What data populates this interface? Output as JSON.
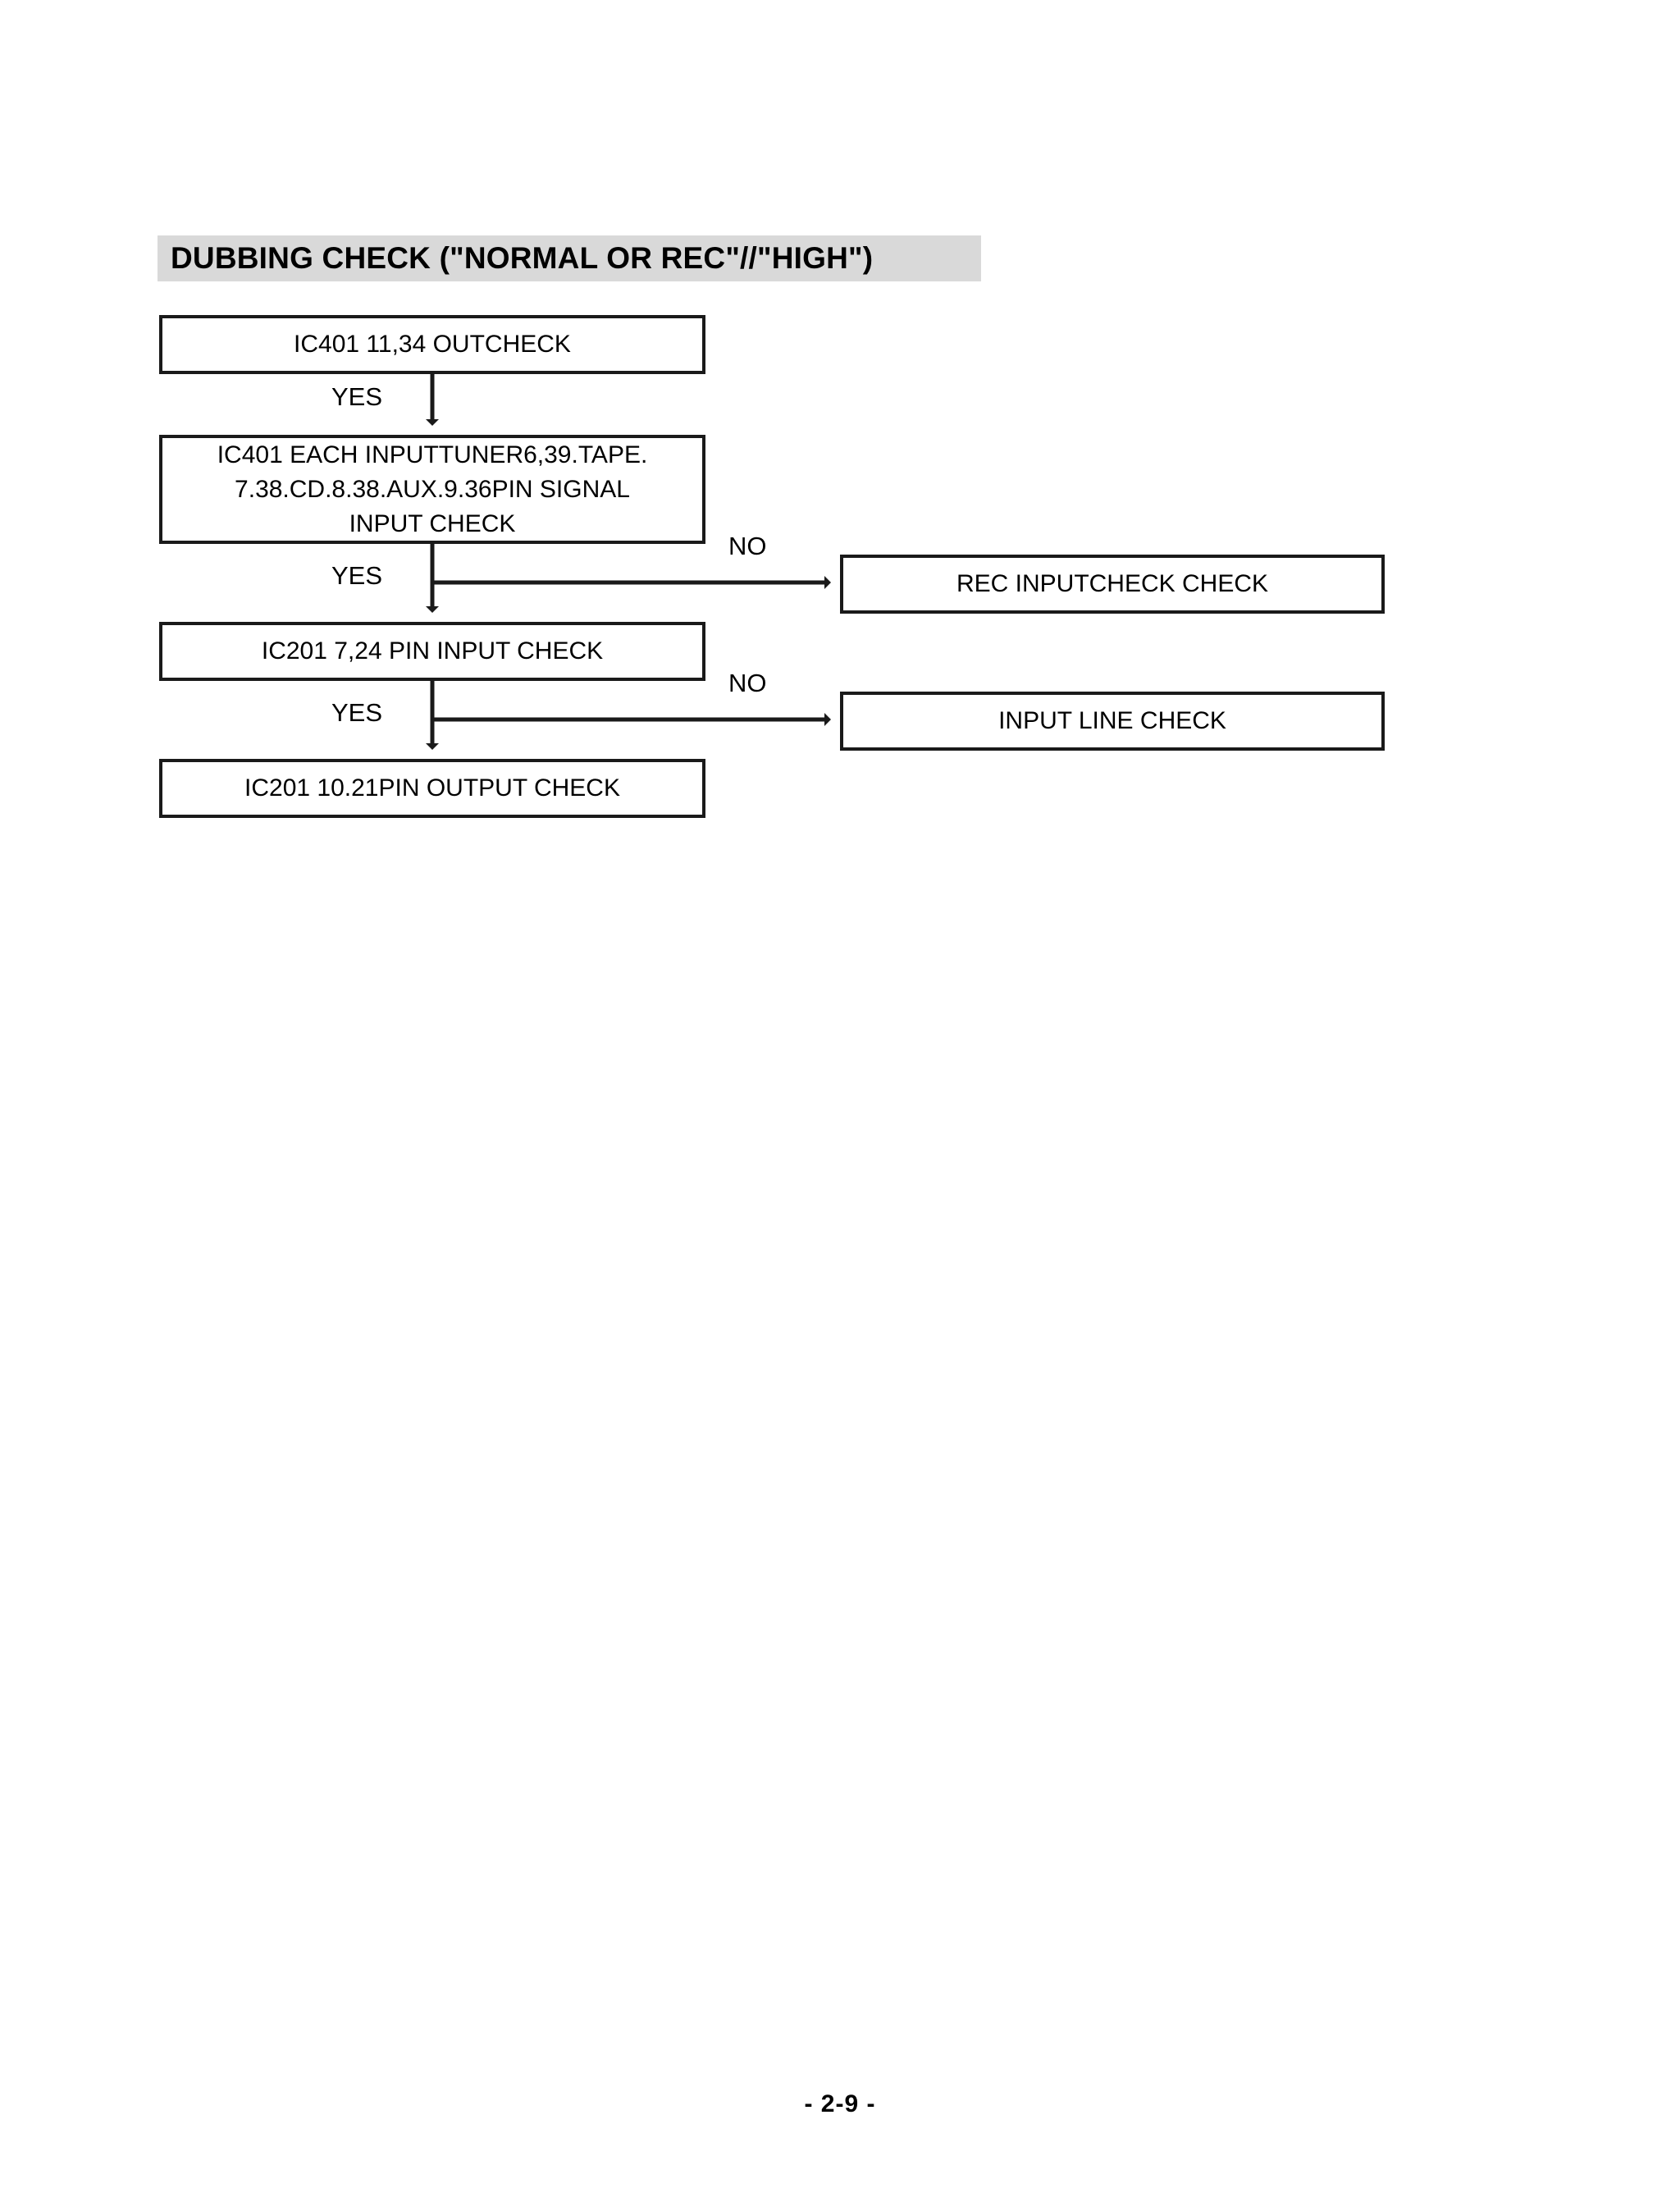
{
  "section": {
    "title": "DUBBING CHECK (\"NORMAL OR REC\"//\"HIGH\")",
    "title_band_color": "#d9d9d9"
  },
  "flowchart": {
    "type": "flowchart",
    "orientation": "top-down-with-right-branches",
    "nodes": [
      {
        "id": "outcheck",
        "label": "IC401 11,34 OUTCHECK",
        "column": "left"
      },
      {
        "id": "signal_input",
        "label": "IC401 EACH INPUTTUNER6,39.TAPE.\n7.38.CD.8.38.AUX.9.36PIN SIGNAL\nINPUT CHECK",
        "column": "left"
      },
      {
        "id": "pin_input",
        "label": "IC201 7,24 PIN INPUT CHECK",
        "column": "left"
      },
      {
        "id": "pin_output",
        "label": "IC201 10.21PIN OUTPUT CHECK",
        "column": "left"
      },
      {
        "id": "rec_input",
        "label": "REC INPUTCHECK CHECK",
        "column": "right"
      },
      {
        "id": "input_line",
        "label": "INPUT LINE CHECK",
        "column": "right"
      }
    ],
    "edges": [
      {
        "from": "outcheck",
        "to": "signal_input",
        "label": "YES",
        "direction": "down"
      },
      {
        "from": "signal_input",
        "to": "pin_input",
        "label": "YES",
        "direction": "down"
      },
      {
        "from": "signal_input",
        "to": "rec_input",
        "label": "NO",
        "direction": "right"
      },
      {
        "from": "pin_input",
        "to": "pin_output",
        "label": "YES",
        "direction": "down"
      },
      {
        "from": "pin_input",
        "to": "input_line",
        "label": "NO",
        "direction": "right"
      }
    ],
    "labels": {
      "yes_1": "YES",
      "yes_2": "YES",
      "yes_3": "YES",
      "no_1": "NO",
      "no_2": "NO"
    }
  },
  "footer": {
    "page_number": "- 2-9 -"
  }
}
